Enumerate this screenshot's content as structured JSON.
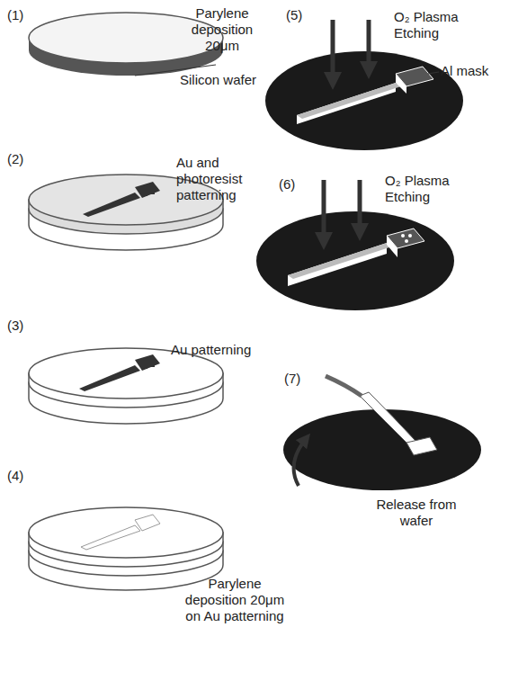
{
  "diagram": {
    "labels": [
      "(1)",
      "Parylene deposition 20μm",
      "Silicon wafer",
      "(2)",
      "Au and photoresist patterning",
      "(3)",
      "Au patterning",
      "(4)",
      "Parylene deposition 20μm on Au patterning",
      "(5)",
      "O₂ Plasma Etching",
      "Al mask",
      "(6)",
      "O₂ Plasma Etching",
      "(7)",
      "Release from wafer"
    ]
  }
}
